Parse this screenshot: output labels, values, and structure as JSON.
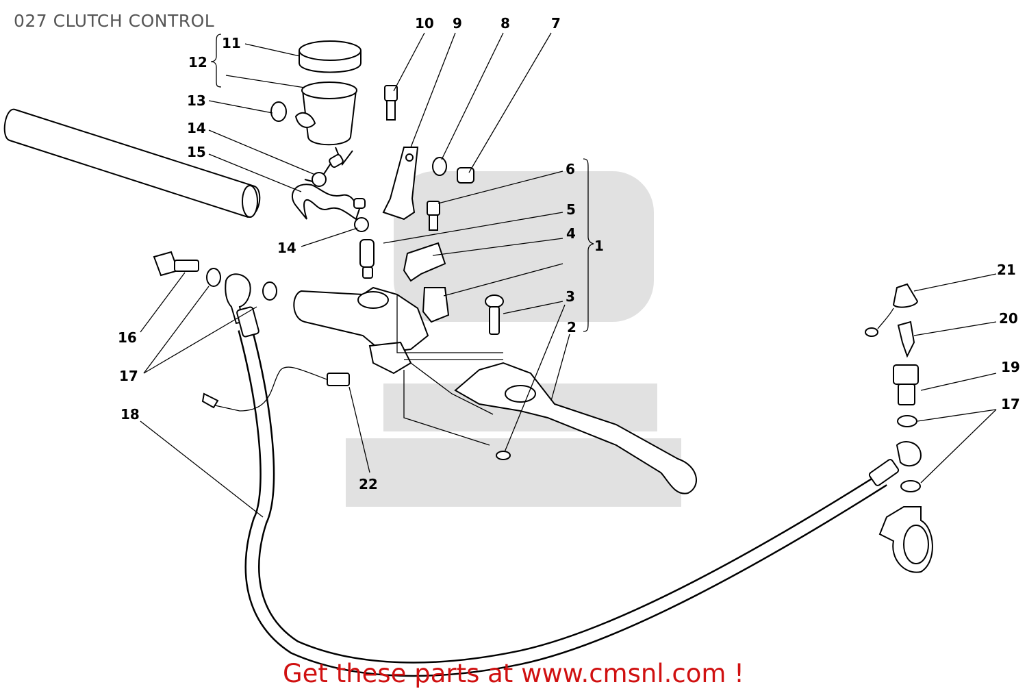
{
  "title": "027 CLUTCH CONTROL",
  "footer": "Get these parts at www.cmsnl.com !",
  "colors": {
    "title": "#555555",
    "footer": "#d01010",
    "lines": "#000000"
  },
  "callouts": [
    {
      "key": "c1",
      "text": "1"
    },
    {
      "key": "c2",
      "text": "2"
    },
    {
      "key": "c3",
      "text": "3"
    },
    {
      "key": "c4",
      "text": "4"
    },
    {
      "key": "c5",
      "text": "5"
    },
    {
      "key": "c6",
      "text": "6"
    },
    {
      "key": "c7",
      "text": "7"
    },
    {
      "key": "c8",
      "text": "8"
    },
    {
      "key": "c9",
      "text": "9"
    },
    {
      "key": "c10",
      "text": "10"
    },
    {
      "key": "c11",
      "text": "11"
    },
    {
      "key": "c12",
      "text": "12"
    },
    {
      "key": "c13",
      "text": "13"
    },
    {
      "key": "c14a",
      "text": "14"
    },
    {
      "key": "c14b",
      "text": "14"
    },
    {
      "key": "c15",
      "text": "15"
    },
    {
      "key": "c16",
      "text": "16"
    },
    {
      "key": "c17a",
      "text": "17"
    },
    {
      "key": "c17b",
      "text": "17"
    },
    {
      "key": "c18",
      "text": "18"
    },
    {
      "key": "c19",
      "text": "19"
    },
    {
      "key": "c20",
      "text": "20"
    },
    {
      "key": "c21",
      "text": "21"
    },
    {
      "key": "c22",
      "text": "22"
    }
  ]
}
